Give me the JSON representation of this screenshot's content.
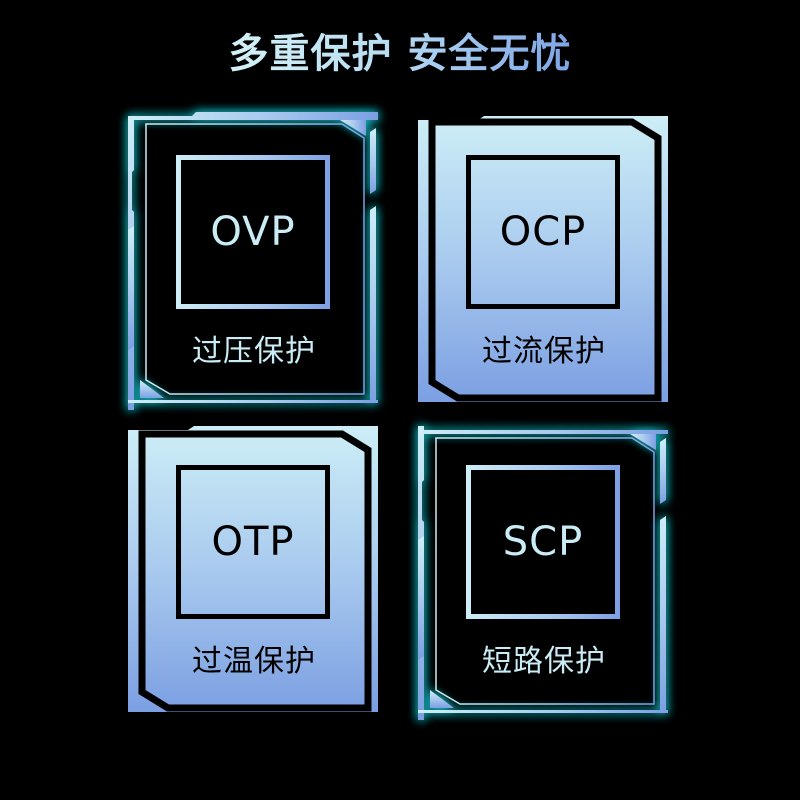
{
  "header": {
    "title": "多重保护 安全无忧"
  },
  "colors": {
    "background": "#000000",
    "gradient_start": "#cdeef6",
    "gradient_end": "#7c9fe3",
    "glow": "#1fb8c0"
  },
  "cards": [
    {
      "code": "OVP",
      "label": "过压保护",
      "style": "dark-glow"
    },
    {
      "code": "OCP",
      "label": "过流保护",
      "style": "light-filled"
    },
    {
      "code": "OTP",
      "label": "过温保护",
      "style": "light-filled"
    },
    {
      "code": "SCP",
      "label": "短路保护",
      "style": "dark-glow"
    }
  ]
}
